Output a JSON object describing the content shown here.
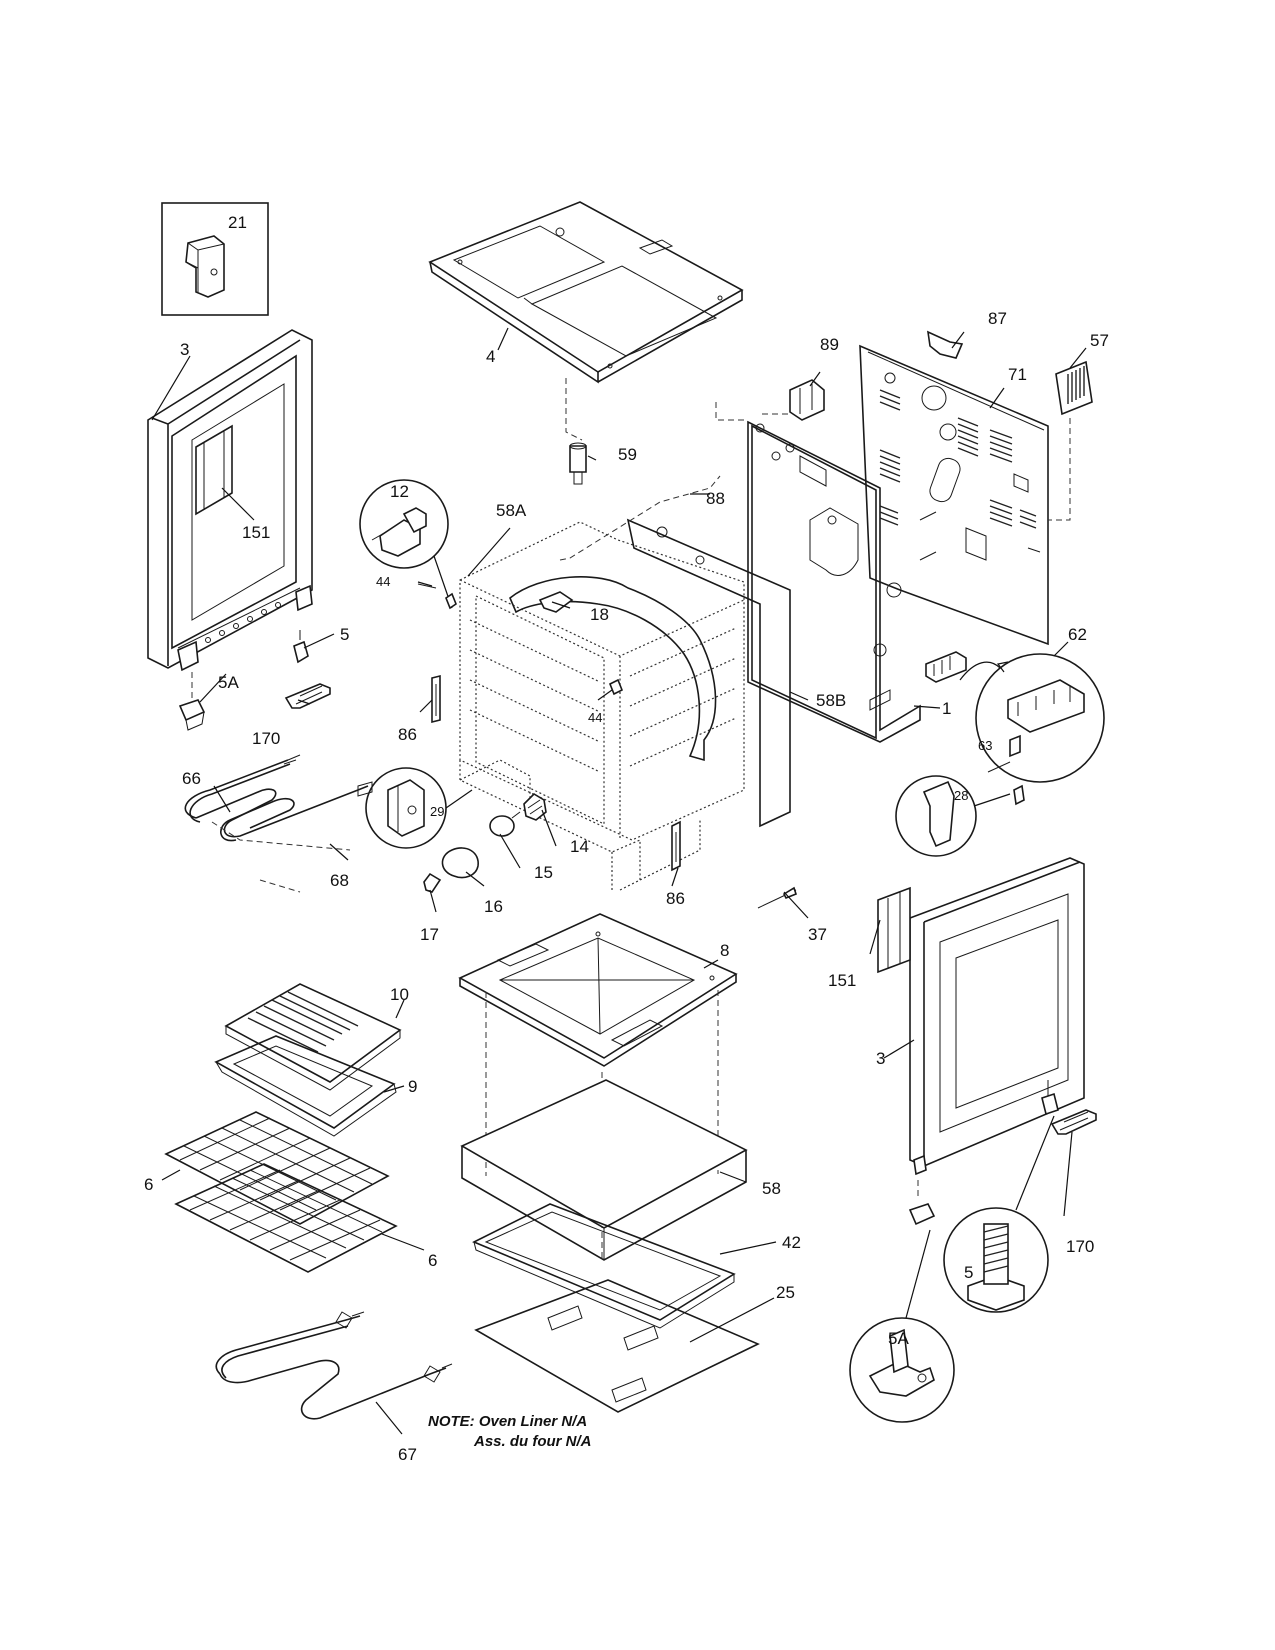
{
  "callouts": [
    "21",
    "3",
    "151",
    "5",
    "5A",
    "170",
    "4",
    "59",
    "58A",
    "12",
    "44",
    "18",
    "86",
    "44",
    "58B",
    "88",
    "89",
    "87",
    "71",
    "57",
    "1",
    "62",
    "63",
    "66",
    "68",
    "29",
    "14",
    "15",
    "16",
    "17",
    "86",
    "28",
    "37",
    "151",
    "3",
    "8",
    "10",
    "9",
    "6",
    "6",
    "58",
    "42",
    "25",
    "5A",
    "5",
    "170",
    "67"
  ],
  "note": {
    "line1": "NOTE: Oven Liner N/A",
    "line2": "Ass. du four N/A"
  }
}
